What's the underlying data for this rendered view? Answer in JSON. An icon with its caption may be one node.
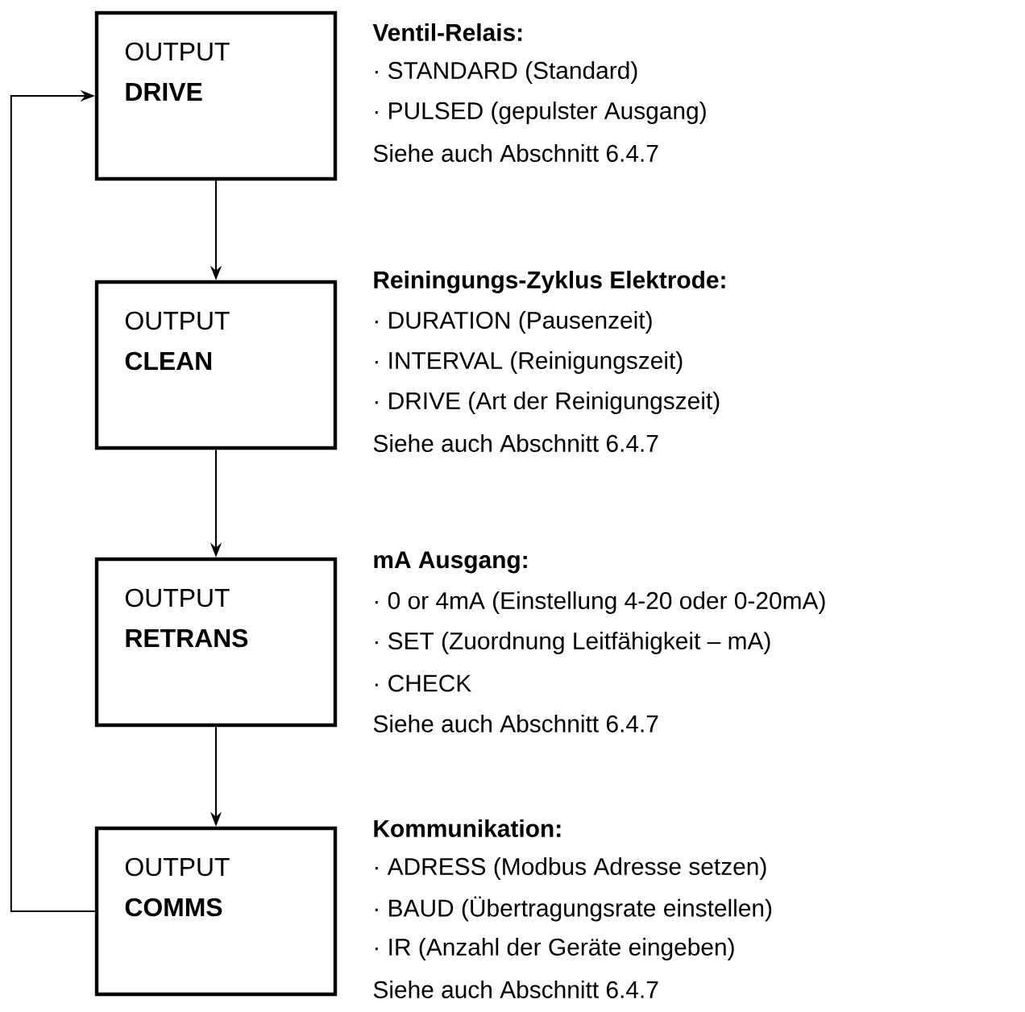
{
  "diagram": {
    "nodes": [
      {
        "text": [
          "OUTPUT",
          "DRIVE"
        ],
        "beside": [
          "Ventil-Relais:",
          "· STANDARD (Standard)",
          "· PULSED (gepulster Ausgang)",
          "Siehe auch Abschnitt 6.4.7"
        ]
      },
      {
        "text": [
          "OUTPUT",
          "CLEAN"
        ],
        "beside": [
          "Reiningungs-Zyklus Elektrode:",
          "· DURATION (Pausenzeit)",
          "· INTERVAL (Reinigungszeit)",
          "· DRIVE (Art der Reinigungszeit)",
          "Siehe auch Abschnitt 6.4.7"
        ]
      },
      {
        "text": [
          "OUTPUT",
          "RETRANS"
        ],
        "beside": [
          "mA Ausgang:",
          "· 0 or 4mA (Einstellung 4-20 oder 0-20mA)",
          "· SET (Zuordnung Leitfähigkeit – mA)",
          "· CHECK",
          "Siehe auch Abschnitt 6.4.7"
        ]
      },
      {
        "text": [
          "OUTPUT",
          "COMMS"
        ],
        "beside": [
          "Kommunikation:",
          "· ADRESS (Modbus Adresse setzen)",
          "· BAUD (Übertragungsrate einstellen)",
          "· IR (Anzahl der Geräte eingeben)",
          "Siehe auch Abschnitt 6.4.7"
        ]
      }
    ],
    "edges": [
      {
        "from": 0,
        "to": 1,
        "arrow": "to"
      },
      {
        "from": 1,
        "to": 2,
        "arrow": "to"
      },
      {
        "from": 2,
        "to": 3,
        "arrow": "to"
      },
      {
        "from": 3,
        "to": 0,
        "arrow": "to"
      }
    ]
  }
}
